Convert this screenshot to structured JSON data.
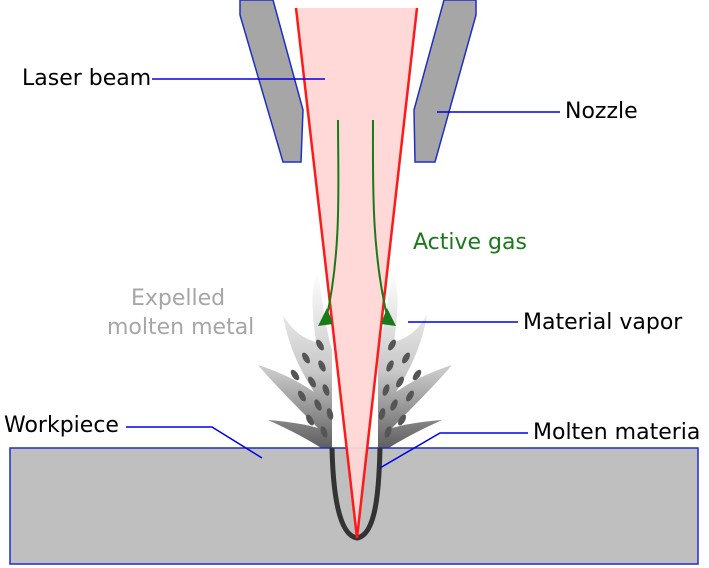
{
  "labels": {
    "laser_beam": "Laser beam",
    "nozzle": "Nozzle",
    "active_gas": "Active gas",
    "expelled_line1": "Expelled",
    "expelled_line2": "molten metal",
    "material_vapor": "Material vapor",
    "workpiece": "Workpiece",
    "molten_material": "Molten materia"
  },
  "colors": {
    "laser_fill": "#ffd6d6",
    "laser_edge": "#ff1a1a",
    "nozzle_fill": "#a6a6a6",
    "nozzle_edge": "#1f2fc4",
    "workpiece_fill": "#bfbfbf",
    "leader_line": "#0000e6",
    "gas": "#1a7a1a",
    "expelled_text": "#a6a6a6",
    "molten": "#333333",
    "droplet": "#555555"
  }
}
